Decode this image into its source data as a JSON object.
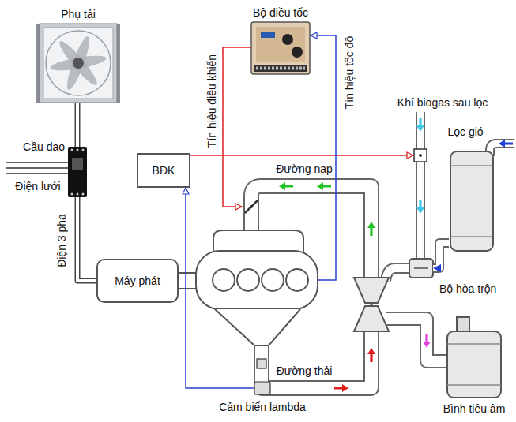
{
  "diagram": {
    "nodes": [
      {
        "text": [
          "Phụ tải"
        ]
      },
      {
        "text": [
          "Bộ điều tốc"
        ]
      },
      {
        "text": [
          "Lọc gió"
        ]
      },
      {
        "text": [
          "Cầu dao"
        ]
      },
      {
        "text": [
          "BĐK"
        ]
      },
      {
        "text": [
          "Máy phát"
        ]
      },
      {
        "text": [
          "Bộ hòa trộn"
        ]
      },
      {
        "text": [
          "Bình tiêu âm"
        ]
      },
      {
        "text": [
          "Cảm biến lambda"
        ]
      }
    ],
    "edges": [
      {
        "from": 3,
        "to": 0,
        "arrow": "none"
      },
      {
        "from": 5,
        "to": 3,
        "label": "Điện 3 pha",
        "arrow": "none"
      },
      {
        "from": 8,
        "to": 4,
        "arrow": "to"
      },
      {
        "from": 2,
        "to": 6,
        "arrow": "to"
      }
    ],
    "labels": [
      "Tín hiệu điều khiển",
      "Tín hiệu tốc độ",
      "Khí biogas sau lọc",
      "Điện lưới",
      "Đường nạp",
      "Đường thải"
    ]
  }
}
